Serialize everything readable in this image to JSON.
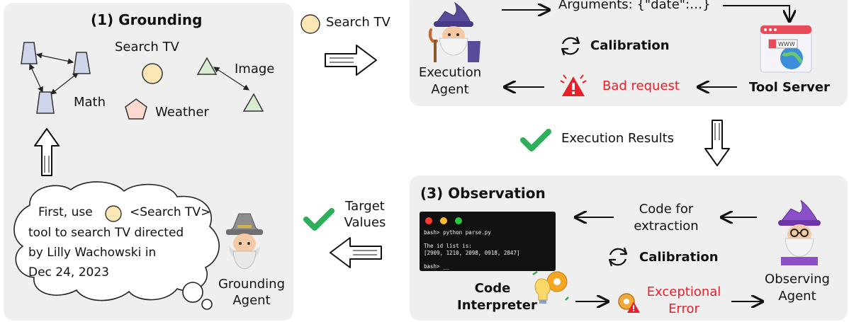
{
  "grounding": {
    "title": "(1) Grounding",
    "tools": {
      "search": "Search TV",
      "image": "Image",
      "math": "Math",
      "weather": "Weather"
    },
    "thought": [
      "First, use",
      "<Search TV>",
      "tool to search TV directed",
      "by Lilly Wachowski in",
      "Dec 24, 2023"
    ],
    "agent_label": [
      "Grounding",
      "Agent"
    ]
  },
  "flow": {
    "search_chip": "Search TV",
    "target_values": [
      "Target",
      "Values"
    ],
    "execution_results": "Execution Results"
  },
  "execution": {
    "arguments": "Arguments: {\"date\":…}",
    "calibration": "Calibration",
    "bad_request": "Bad request",
    "tool_server": "Tool Server",
    "agent_label": [
      "Execution",
      "Agent"
    ],
    "www": "WWW"
  },
  "observation": {
    "title": "(3) Observation",
    "code_for_extraction": [
      "Code for",
      "extraction"
    ],
    "calibration": "Calibration",
    "exceptional_error": [
      "Exceptional",
      "Error"
    ],
    "code_interpreter": [
      "Code",
      "Interpreter"
    ],
    "agent_label": [
      "Observing",
      "Agent"
    ],
    "terminal_lines": [
      "bash> python parse.py",
      "The id list is:",
      "[2909, 1210, 2098, 0918, 2847]",
      "bash> __"
    ]
  },
  "colors": {
    "panel": "#efefef",
    "shape_fill": "#cfd6ec",
    "green_fill": "#d7ecd0",
    "pentagon_fill": "#fbd9cf",
    "circle_fill": "#fbe7b5",
    "error_red": "#e8202a",
    "check_green": "#2fae5b"
  }
}
